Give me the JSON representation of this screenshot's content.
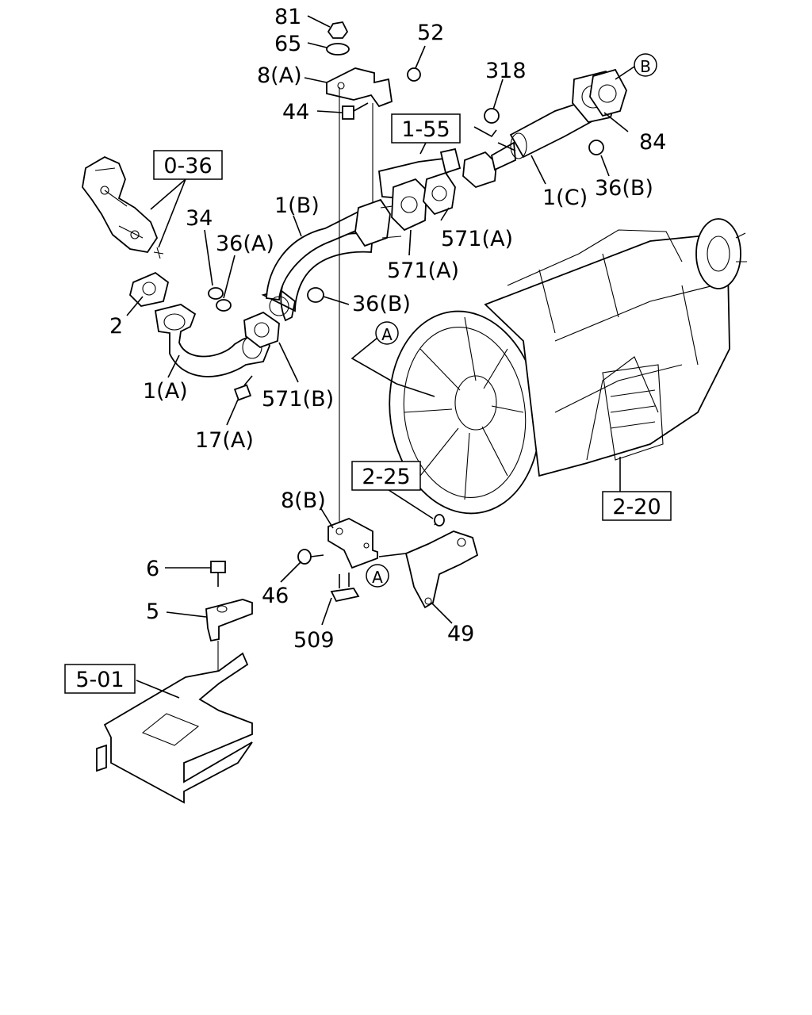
{
  "callouts": {
    "c81": "81",
    "c65": "65",
    "c52": "52",
    "c8a": "8(A)",
    "c44": "44",
    "c318": "318",
    "c84": "84",
    "c36b_top": "36(B)",
    "c1c": "1(C)",
    "c34": "34",
    "c36a": "36(A)",
    "c1b": "1(B)",
    "c571a_1": "571(A)",
    "c571a_2": "571(A)",
    "c36b_mid": "36(B)",
    "c2": "2",
    "c1a": "1(A)",
    "c571b": "571(B)",
    "c17a": "17(A)",
    "c8b": "8(B)",
    "c6": "6",
    "c46": "46",
    "c5": "5",
    "c509": "509",
    "c49": "49"
  },
  "references": {
    "r0_36": "0-36",
    "r1_55": "1-55",
    "r2_25": "2-25",
    "r2_20": "2-20",
    "r5_01": "5-01"
  },
  "markers": {
    "m_b": "B",
    "m_a1": "A",
    "m_a2": "A"
  }
}
